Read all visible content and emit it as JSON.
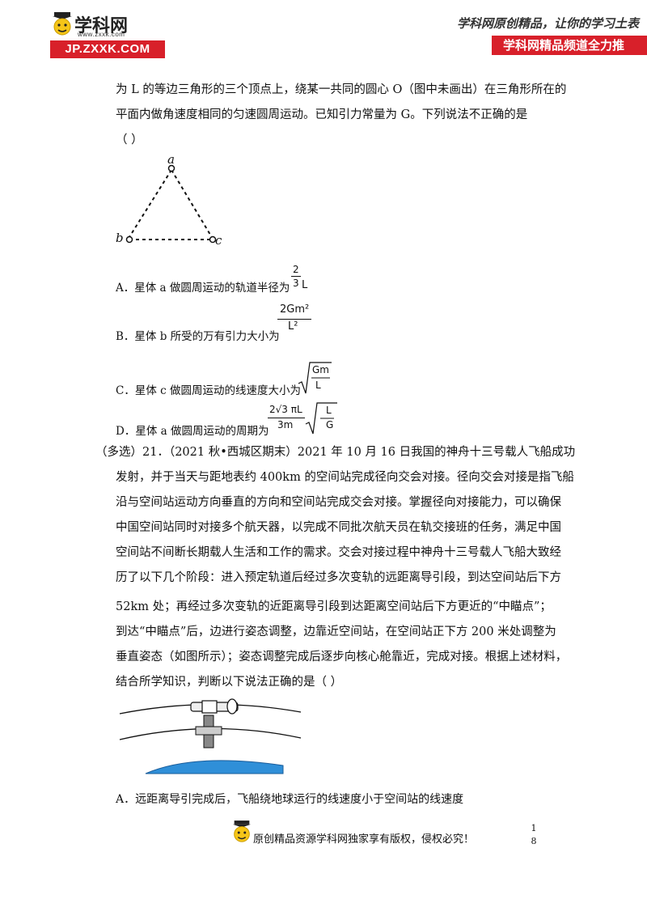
{
  "header": {
    "brand_cn": "学科网",
    "brand_url": "www.zxxk.com",
    "logo_url": "JP.ZXXK.COM",
    "slogan": "学科网原创精品，让你的学习土表",
    "banner": "学科网精品频道全力推"
  },
  "q20": {
    "line1": "为 L 的等边三角形的三个顶点上，绕某一共同的圆心 O（图中未画出）在三角形所在的",
    "line2": "平面内做角速度相同的匀速圆周运动。已知引力常量为 G。下列说法不正确的是",
    "bracket": "（        ）",
    "figure": {
      "label_a": "a",
      "label_b": "b",
      "label_c": "c"
    },
    "options": {
      "A": {
        "text": "A．星体 a 做圆周运动的轨道半径为",
        "num": "2",
        "den": "3",
        "tail": "L"
      },
      "B": {
        "text": "B．星体 b 所受的万有引力大小为",
        "num": "2Gm²",
        "den": "L²"
      },
      "C": {
        "text": "C．星体 c 做圆周运动的线速度大小为",
        "num": "Gm",
        "den": "L"
      },
      "D": {
        "text": "D．星体 a 做圆周运动的周期为",
        "num": "2√3 πL",
        "den": "3m",
        "rnum": "L",
        "rden": "G"
      }
    }
  },
  "q21": {
    "lines": [
      "（多选）21．（2021 秋•西城区期末）2021 年 10 月 16 日我国的神舟十三号载人飞船成功",
      "发射，并于当天与距地表约 400km 的空间站完成径向交会对接。径向交会对接是指飞船",
      "沿与空间站运动方向垂直的方向和空间站完成交会对接。掌握径向对接能力，可以确保",
      "中国空间站同时对接多个航天器，以完成不同批次航天员在轨交接班的任务，满足中国",
      "空间站不间断长期载人生活和工作的需求。交会对接过程中神舟十三号载人飞船大致经",
      "历了以下几个阶段：进入预定轨道后经过多次变轨的远距离导引段，到达空间站后下方",
      "52km 处；再经过多次变轨的近距离导引段到达距离空间站后下方更近的“中瞄点”；",
      "到达“中瞄点”后，边进行姿态调整，边靠近空间站，在空间站正下方 200 米处调整为",
      "垂直姿态（如图所示）；姿态调整完成后逐步向核心舱靠近，完成对接。根据上述材料，",
      "结合所学知识，判断以下说法正确的是（        ）"
    ],
    "optionA": "A．远距离导引完成后，飞船绕地球运行的线速度小于空间站的线速度"
  },
  "footer": {
    "text": "原创精品资源学科网独家享有版权，侵权必究！",
    "page_num_1": "1",
    "page_num_2": "8"
  },
  "colors": {
    "brand_red": "#d8202a",
    "earth_blue": "#2f8fd8"
  }
}
